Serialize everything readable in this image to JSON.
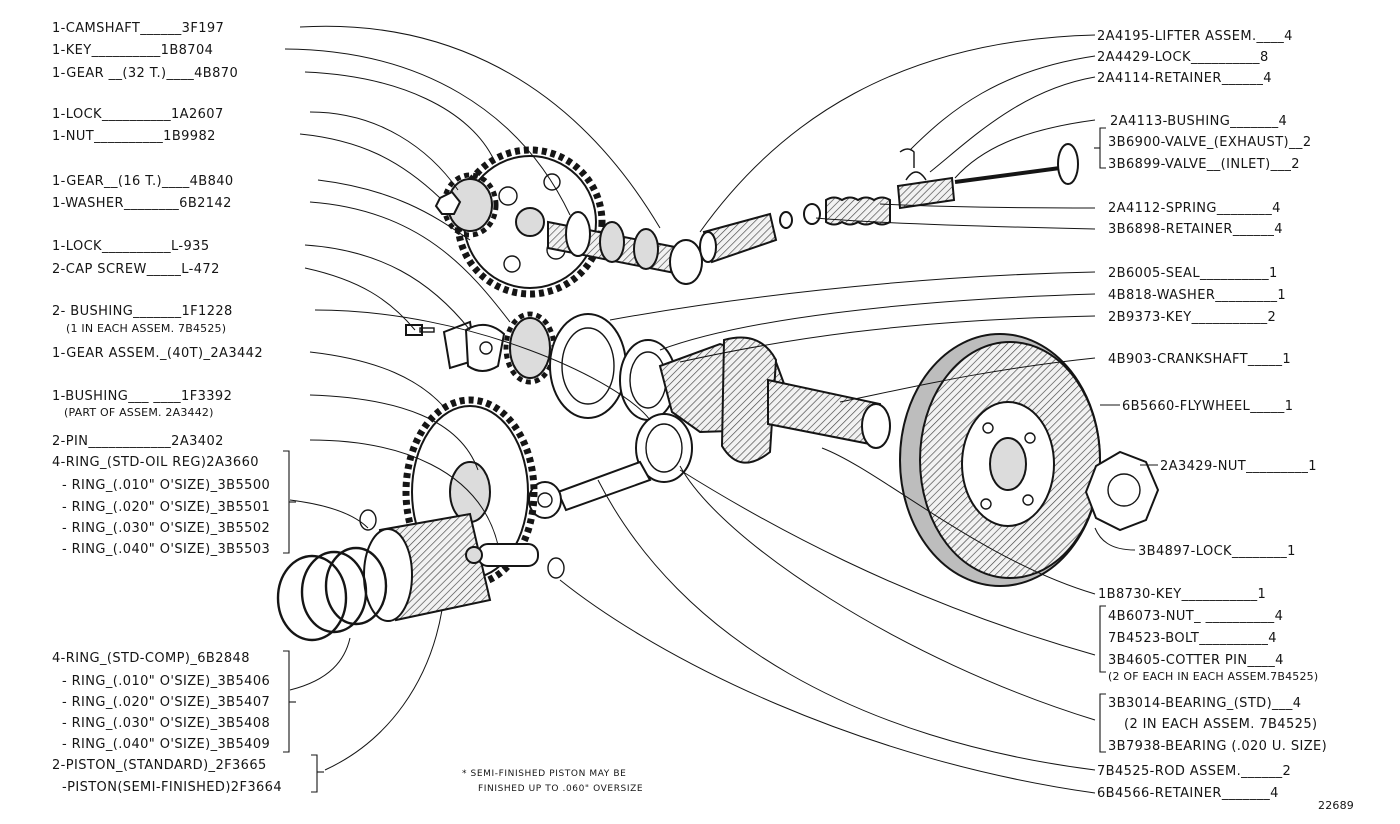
{
  "diagram": {
    "labels_left": [
      {
        "qty": "1",
        "text": "1-CAMSHAFT______3F197"
      },
      {
        "qty": "1",
        "text": "1-KEY__________1B8704"
      },
      {
        "qty": "1",
        "text": "1-GEAR __(32 T.)____4B870"
      },
      {
        "qty": "1",
        "text": "1-LOCK__________1A2607"
      },
      {
        "qty": "1",
        "text": "1-NUT__________1B9982"
      },
      {
        "qty": "1",
        "text": "1-GEAR__(16 T.)____4B840"
      },
      {
        "qty": "1",
        "text": "1-WASHER________6B2142"
      },
      {
        "qty": "1",
        "text": "1-LOCK__________L-935"
      },
      {
        "qty": "2",
        "text": "2-CAP SCREW_____L-472"
      },
      {
        "qty": "2",
        "text": "2- BUSHING_______1F1228"
      },
      {
        "qty": "1",
        "text": "1-GEAR ASSEM._(40T)_2A3442"
      },
      {
        "qty": "1",
        "text": "1-BUSHING___ ____1F3392"
      },
      {
        "qty": "2",
        "text": "2-PIN____________2A3402"
      }
    ],
    "labels_left_sub": {
      "bushing_note": "(1 IN EACH ASSEM. 7B4525)",
      "gear_note": "(PART OF ASSEM. 2A3442)"
    },
    "oil_rings": [
      "4-RING_(STD-OIL REG)2A3660",
      "- RING_(.010\" O'SIZE)_3B5500",
      "- RING_(.020\" O'SIZE)_3B5501",
      "- RING_(.030\" O'SIZE)_3B5502",
      "- RING_(.040\" O'SIZE)_3B5503"
    ],
    "comp_rings": [
      "4-RING_(STD-COMP)_6B2848",
      "- RING_(.010\" O'SIZE)_3B5406",
      "- RING_(.020\" O'SIZE)_3B5407",
      "- RING_(.030\" O'SIZE)_3B5408",
      "- RING_(.040\" O'SIZE)_3B5409"
    ],
    "pistons": [
      "2-PISTON_(STANDARD)_2F3665",
      "-PISTON(SEMI-FINISHED)2F3664"
    ],
    "labels_right": [
      "2A4195-LIFTER ASSEM.____4",
      "2A4429-LOCK__________8",
      "2A4114-RETAINER______4",
      "2A4113-BUSHING_______4",
      "2A4112-SPRING________4",
      "3B6898-RETAINER______4",
      "2B6005-SEAL__________1",
      "4B818-WASHER_________1",
      "2B9373-KEY___________2",
      "4B903-CRANKSHAFT_____1",
      "6B5660-FLYWHEEL_____1",
      "2A3429-NUT_________1",
      "3B4897-LOCK________1",
      "1B8730-KEY___________1",
      "7B4525-ROD ASSEM.______2",
      "6B4566-RETAINER_______4"
    ],
    "valves": [
      "3B6900-VALVE_(EXHAUST)__2",
      "3B6899-VALVE__(INLET)___2"
    ],
    "rod_parts": [
      "4B6073-NUT_ __________4",
      "7B4523-BOLT__________4",
      "3B4605-COTTER PIN____4"
    ],
    "rod_parts_note": "(2 OF EACH IN EACH ASSEM.7B4525)",
    "bearings": [
      "3B3014-BEARING_(STD)___4",
      "(2 IN EACH ASSEM. 7B4525)",
      "3B7938-BEARING (.020 U. SIZE)"
    ],
    "note_lines": [
      "* SEMI-FINISHED PISTON MAY BE",
      "FINISHED UP TO .060\" OVERSIZE"
    ],
    "figure_number": "22689"
  }
}
